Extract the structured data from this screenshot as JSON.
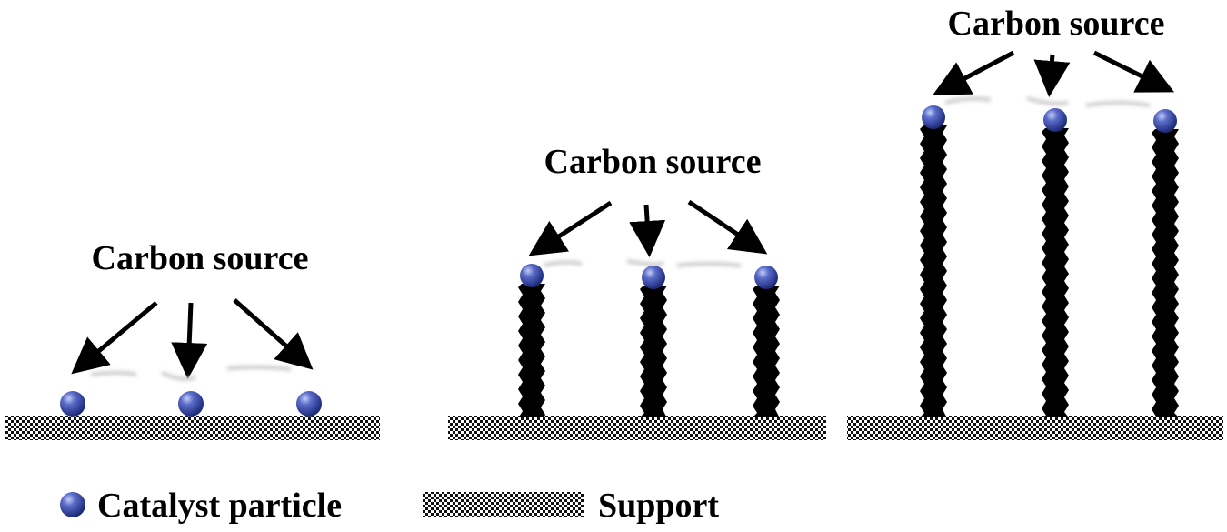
{
  "panels": [
    {
      "label": "Carbon source",
      "stage": "initial"
    },
    {
      "label": "Carbon source",
      "stage": "growing"
    },
    {
      "label": "Carbon source",
      "stage": "grown"
    }
  ],
  "legend": {
    "catalyst_label": "Catalyst particle",
    "support_label": "Support"
  },
  "colors": {
    "catalyst": "#3b4aa6",
    "catalyst_highlight": "#b8c2f2",
    "nanotube": "#000000",
    "support_dark": "#111111",
    "support_light": "#ffffff"
  }
}
